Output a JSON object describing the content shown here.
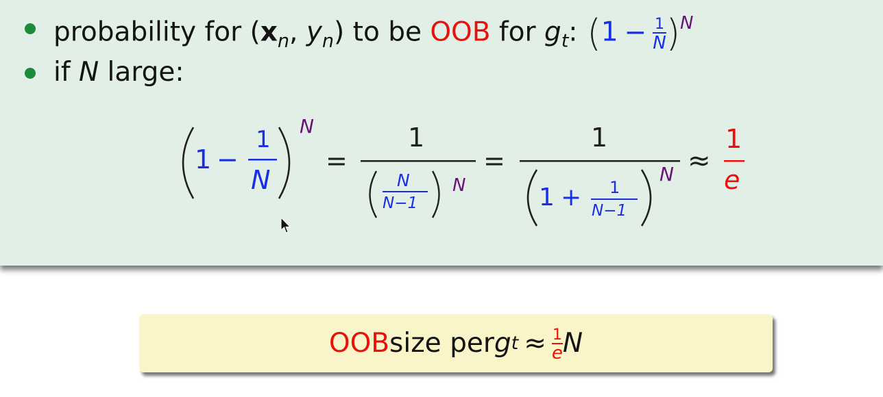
{
  "bullets": [
    {
      "prefix": "probability for ",
      "open_paren": "(",
      "x": "x",
      "x_sub": "n",
      "comma": ", ",
      "y": "y",
      "y_sub": "n",
      "close_paren": ")",
      "middle": " to be ",
      "oob": "OOB",
      "for_text": " for ",
      "g": "g",
      "g_sub": "t",
      "colon": ":",
      "expr_one": "1",
      "expr_minus": "−",
      "expr_num": "1",
      "expr_den": "N",
      "expr_exp": "N"
    },
    {
      "prefix": "if ",
      "n": "N",
      "suffix": " large:"
    }
  ],
  "equation": {
    "lhs_one": "1",
    "lhs_minus": "−",
    "lhs_num": "1",
    "lhs_den": "N",
    "lhs_exp": "N",
    "eq1": "=",
    "t2_num": "1",
    "t2_inner_num": "N",
    "t2_inner_den": "N−1",
    "t2_exp": "N",
    "eq2": "=",
    "t3_num": "1",
    "t3_one": "1",
    "t3_plus": "+",
    "t3_inner_num": "1",
    "t3_inner_den": "N−1",
    "t3_exp": "N",
    "approx": "≈",
    "result_num": "1",
    "result_den": "e"
  },
  "callout": {
    "oob": "OOB",
    "text": " size per ",
    "g": "g",
    "g_sub": "t",
    "approx": "≈",
    "frac_num": "1",
    "frac_den": "e",
    "n": "N"
  },
  "colors": {
    "red": "#e8120c",
    "blue": "#1a2fe4",
    "purple": "#6b1276",
    "bullet": "#1e8b3c",
    "panel_background": "#e2efe7",
    "callout_background": "#faf5c8"
  },
  "icons": {
    "cursor": "mouse-pointer-icon"
  }
}
